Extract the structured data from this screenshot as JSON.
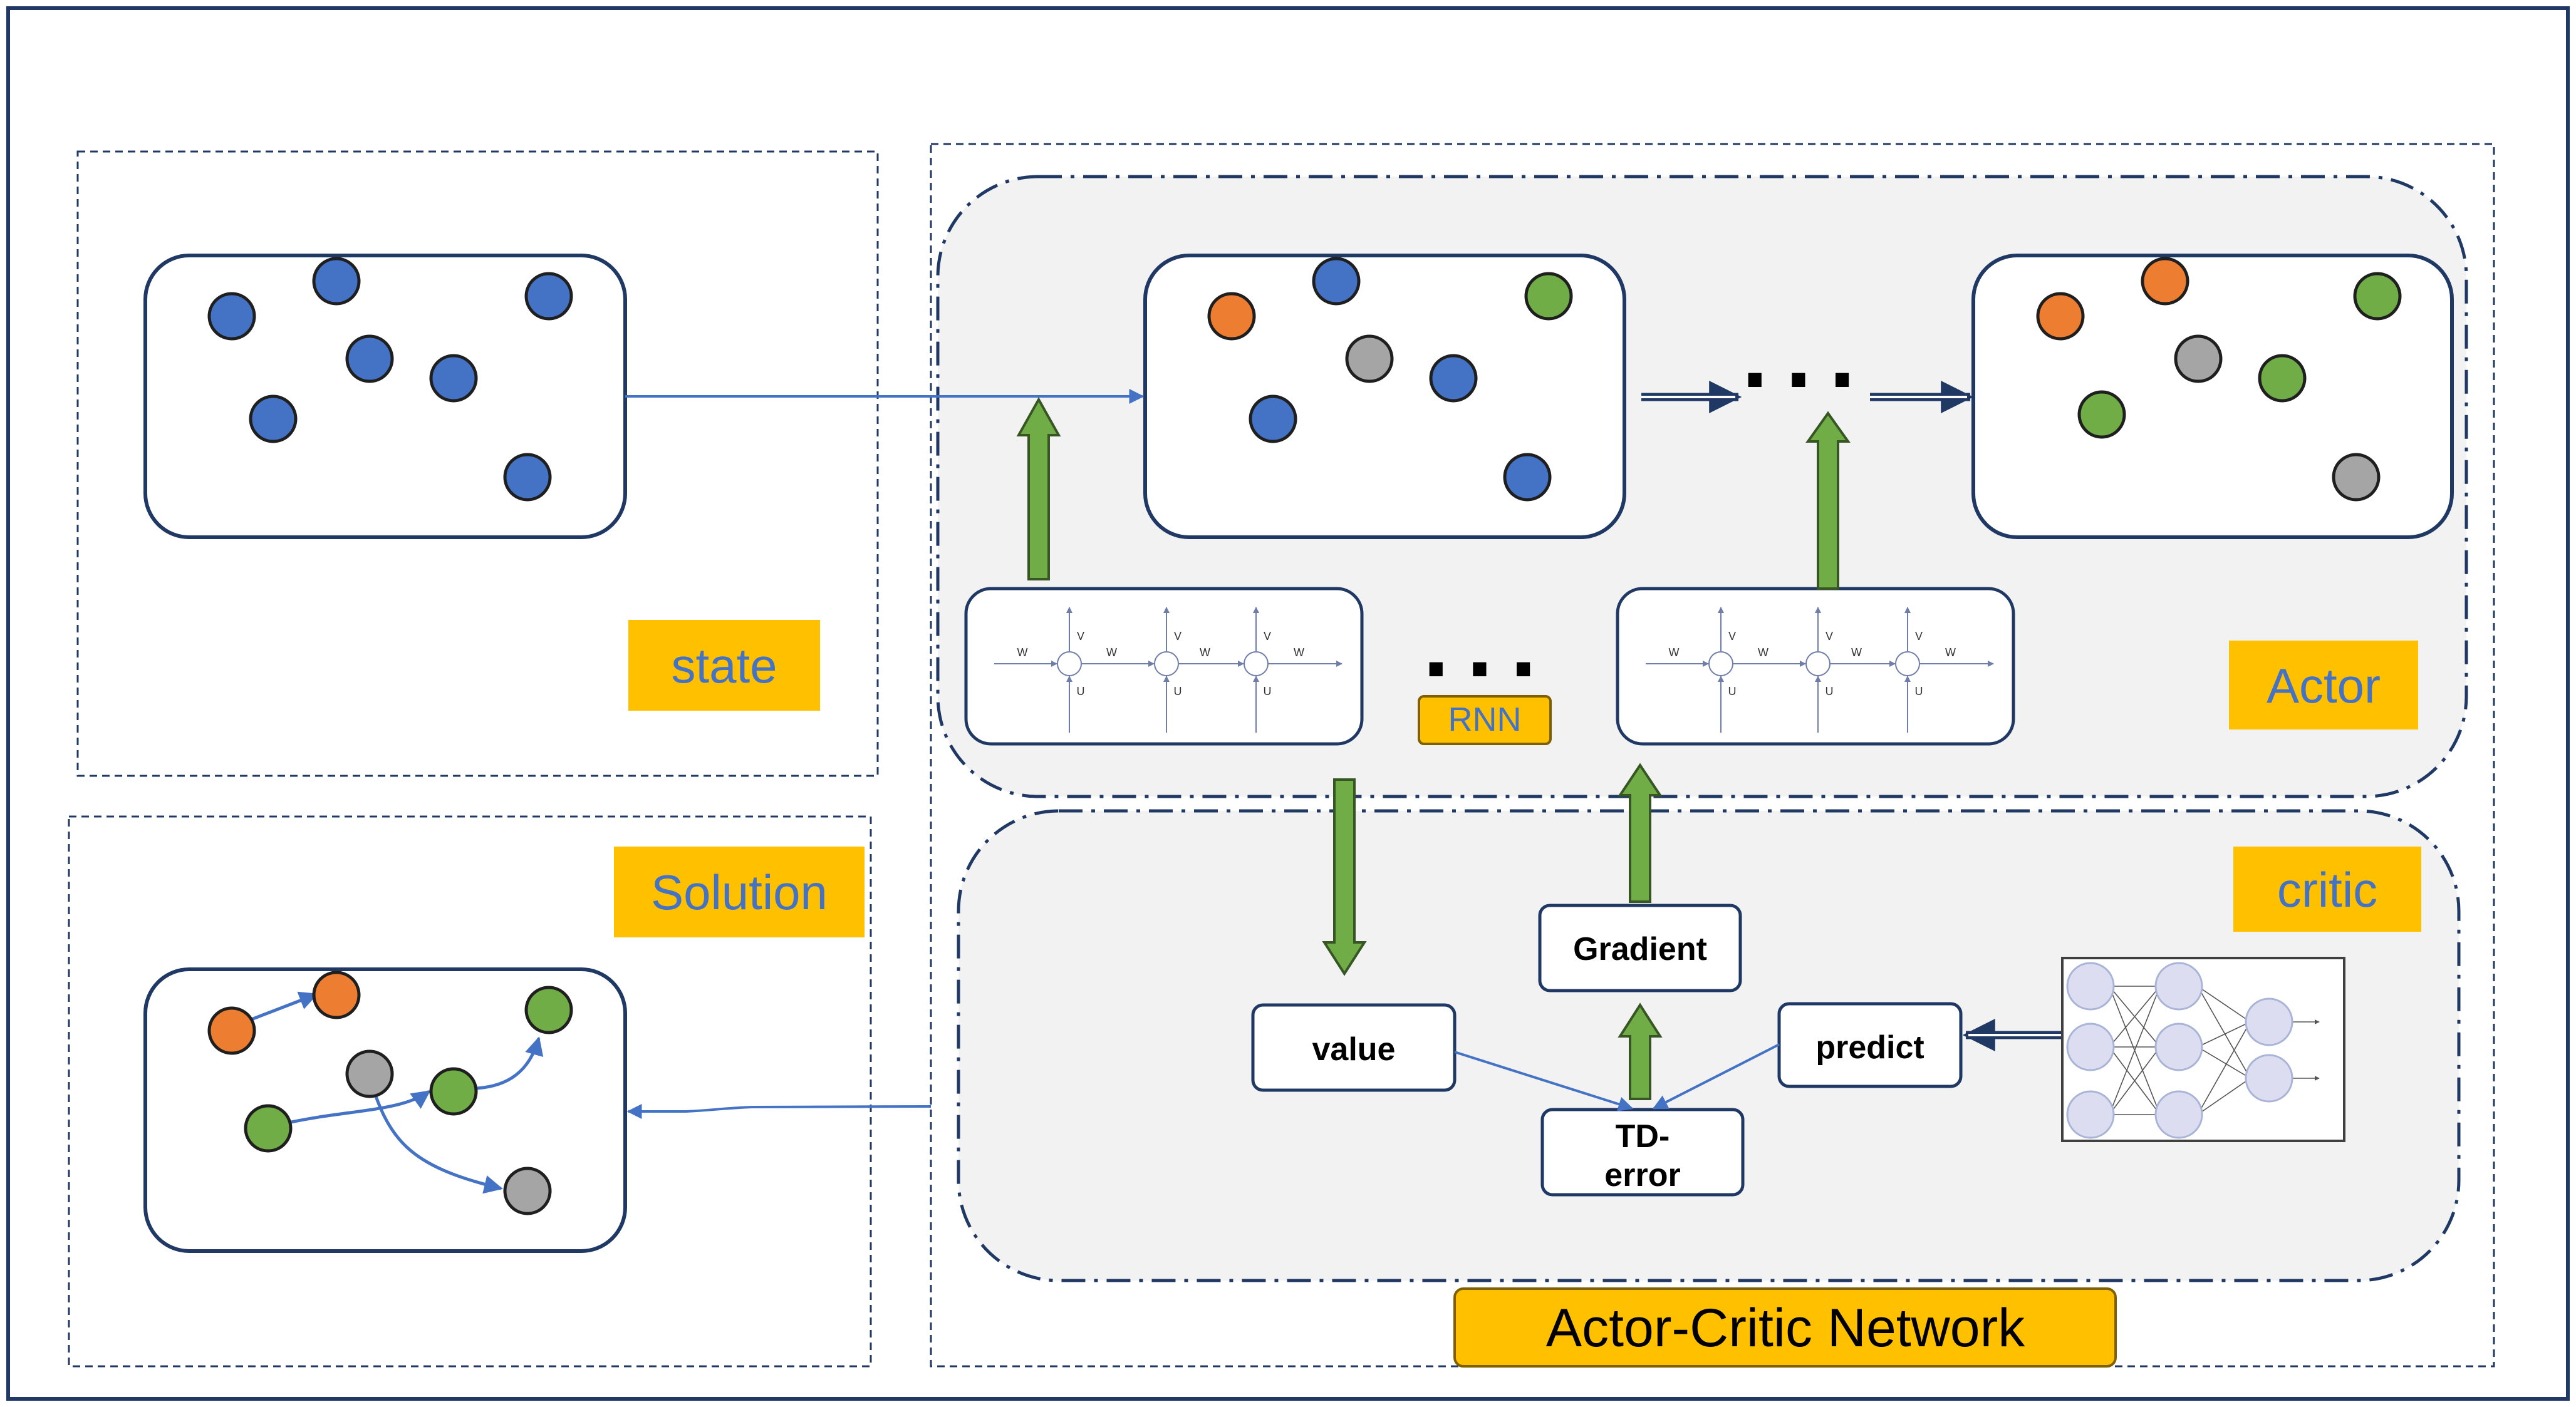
{
  "labels": {
    "state": "state",
    "solution": "Solution",
    "actor": "Actor",
    "critic": "critic",
    "rnn": "RNN",
    "network": "Actor-Critic Network",
    "ellipsis": "...",
    "value": "value",
    "gradient": "Gradient",
    "predict": "predict",
    "td_line1": "TD-",
    "td_line2": "error"
  },
  "rnn_letters": {
    "w": "W",
    "v": "V",
    "u": "U"
  },
  "colors": {
    "blue": "#4472C4",
    "orange": "#ED7D31",
    "green": "#70AD47",
    "gray": "#A5A5A5",
    "accent_label": "#FFC000",
    "label_text_blue": "#4472C4",
    "frame": "#1F3864",
    "arrow_green": "#70AD47",
    "panel_fill": "#F2F2F2"
  }
}
